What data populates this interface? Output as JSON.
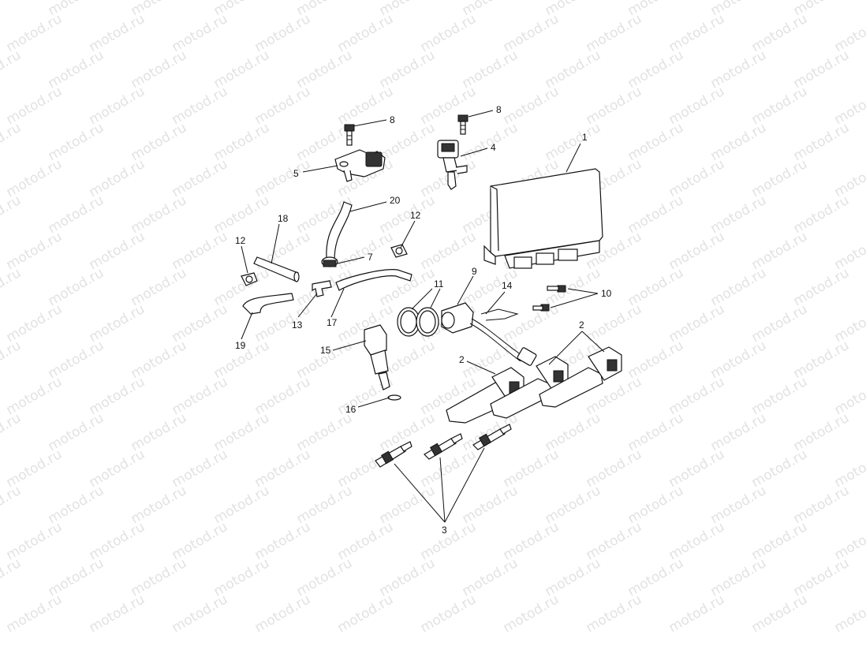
{
  "watermark": "motod.ru",
  "callouts": {
    "c1": "1",
    "c2a": "2",
    "c2b": "2",
    "c3": "3",
    "c4": "4",
    "c5": "5",
    "c7": "7",
    "c8a": "8",
    "c8b": "8",
    "c9": "9",
    "c10": "10",
    "c11": "11",
    "c12a": "12",
    "c12b": "12",
    "c13": "13",
    "c14": "14",
    "c15": "15",
    "c16": "16",
    "c17": "17",
    "c18": "18",
    "c19": "19",
    "c20": "20"
  }
}
